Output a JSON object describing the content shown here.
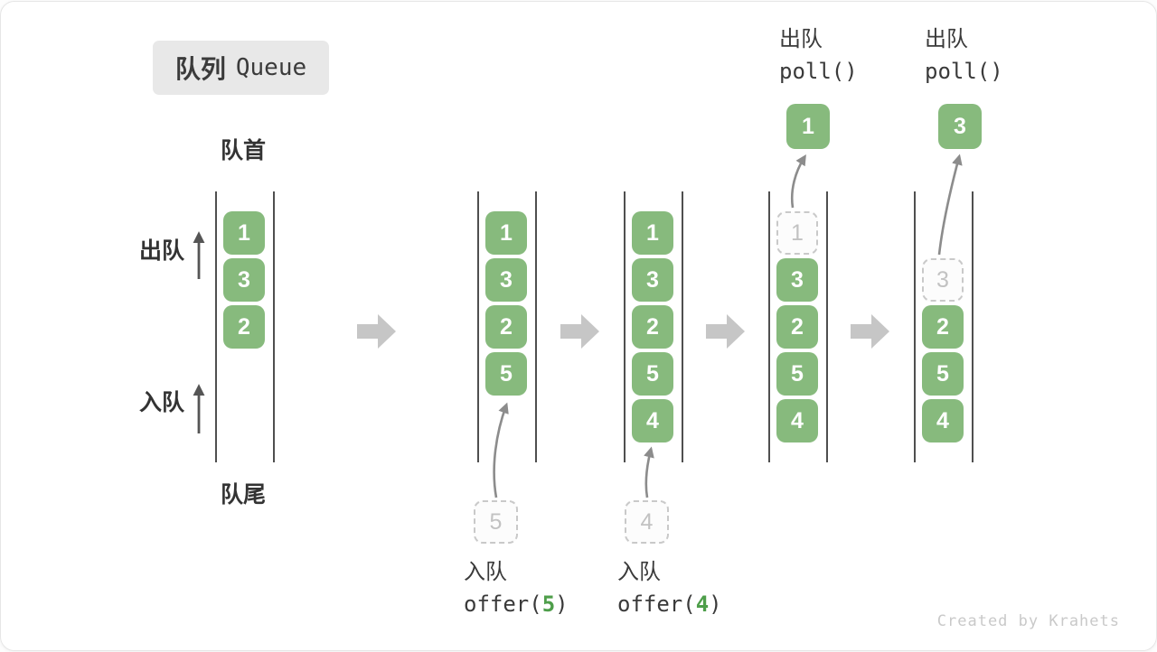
{
  "title": {
    "zh": "队列",
    "en": "Queue"
  },
  "side_labels": {
    "front": "队首",
    "rear": "队尾",
    "dequeue": "出队",
    "enqueue": "入队"
  },
  "queues": [
    {
      "name": "queue-state-initial",
      "boxes": [
        {
          "slot": 0,
          "value": "1",
          "style": "solid"
        },
        {
          "slot": 1,
          "value": "3",
          "style": "solid"
        },
        {
          "slot": 2,
          "value": "2",
          "style": "solid"
        }
      ]
    },
    {
      "name": "queue-state-after-offer-5",
      "boxes": [
        {
          "slot": 0,
          "value": "1",
          "style": "solid"
        },
        {
          "slot": 1,
          "value": "3",
          "style": "solid"
        },
        {
          "slot": 2,
          "value": "2",
          "style": "solid"
        },
        {
          "slot": 3,
          "value": "5",
          "style": "solid"
        }
      ],
      "staged_box": {
        "value": "5"
      },
      "annotation_bottom": {
        "action": "入队",
        "code_prefix": "offer(",
        "code_arg": "5",
        "code_suffix": ")"
      }
    },
    {
      "name": "queue-state-after-offer-4",
      "boxes": [
        {
          "slot": 0,
          "value": "1",
          "style": "solid"
        },
        {
          "slot": 1,
          "value": "3",
          "style": "solid"
        },
        {
          "slot": 2,
          "value": "2",
          "style": "solid"
        },
        {
          "slot": 3,
          "value": "5",
          "style": "solid"
        },
        {
          "slot": 4,
          "value": "4",
          "style": "solid"
        }
      ],
      "staged_box": {
        "value": "4"
      },
      "annotation_bottom": {
        "action": "入队",
        "code_prefix": "offer(",
        "code_arg": "4",
        "code_suffix": ")"
      }
    },
    {
      "name": "queue-state-after-poll-1",
      "boxes": [
        {
          "slot": 0,
          "value": "1",
          "style": "dashed"
        },
        {
          "slot": 1,
          "value": "3",
          "style": "solid"
        },
        {
          "slot": 2,
          "value": "2",
          "style": "solid"
        },
        {
          "slot": 3,
          "value": "5",
          "style": "solid"
        },
        {
          "slot": 4,
          "value": "4",
          "style": "solid"
        }
      ],
      "popped_box": {
        "value": "1"
      },
      "annotation_top": {
        "action": "出队",
        "code": "poll()"
      }
    },
    {
      "name": "queue-state-after-poll-3",
      "boxes": [
        {
          "slot": 1,
          "value": "3",
          "style": "dashed"
        },
        {
          "slot": 2,
          "value": "2",
          "style": "solid"
        },
        {
          "slot": 3,
          "value": "5",
          "style": "solid"
        },
        {
          "slot": 4,
          "value": "4",
          "style": "solid"
        }
      ],
      "popped_box": {
        "value": "3"
      },
      "annotation_top": {
        "action": "出队",
        "code": "poll()"
      }
    }
  ],
  "colors": {
    "box_green": "#87ba7d",
    "code_arg_green": "#4e9e4a",
    "dashed_gray": "#c9c9c9",
    "curve_arrow_gray": "#8c8c8c",
    "block_arrow_gray": "#c6c6c6",
    "side_arrow_dark": "#555555"
  },
  "watermark": "Created by Krahets"
}
